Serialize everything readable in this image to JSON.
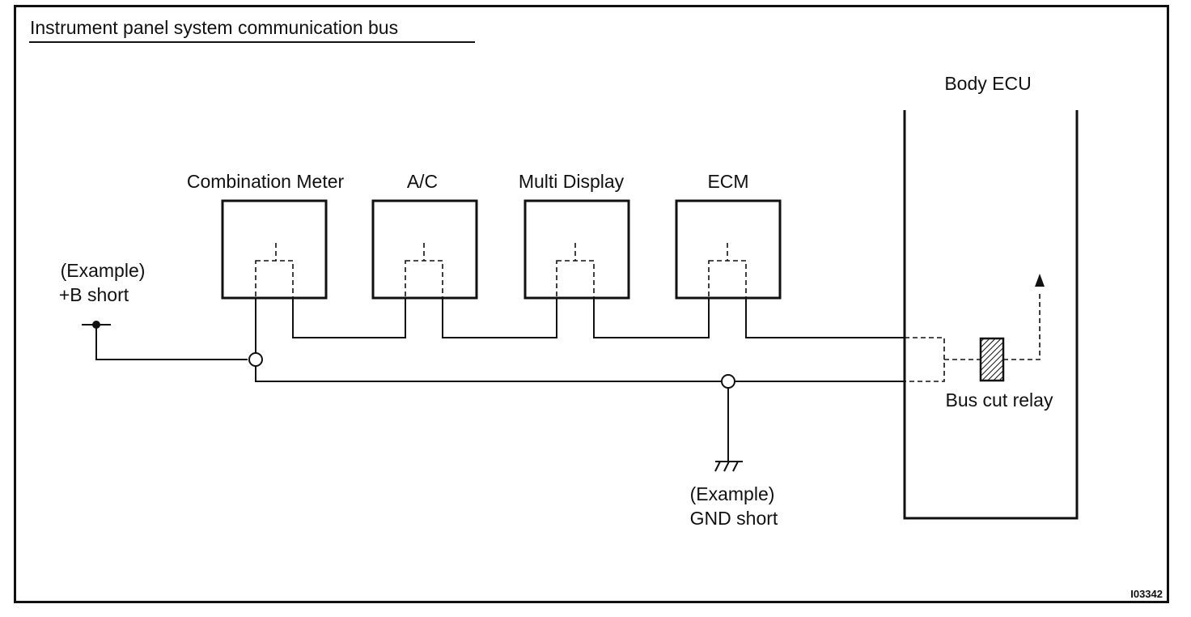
{
  "title": "Instrument panel system communication bus",
  "figure_code": "I03342",
  "modules": [
    {
      "label": "Combination Meter"
    },
    {
      "label": "A/C"
    },
    {
      "label": "Multi Display"
    },
    {
      "label": "ECM"
    }
  ],
  "body_ecu": {
    "label": "Body ECU",
    "relay_label": "Bus cut relay"
  },
  "faults": {
    "b_short": {
      "line1": "(Example)",
      "line2": "+B short"
    },
    "gnd_short": {
      "line1": "(Example)",
      "line2": "GND short"
    }
  }
}
